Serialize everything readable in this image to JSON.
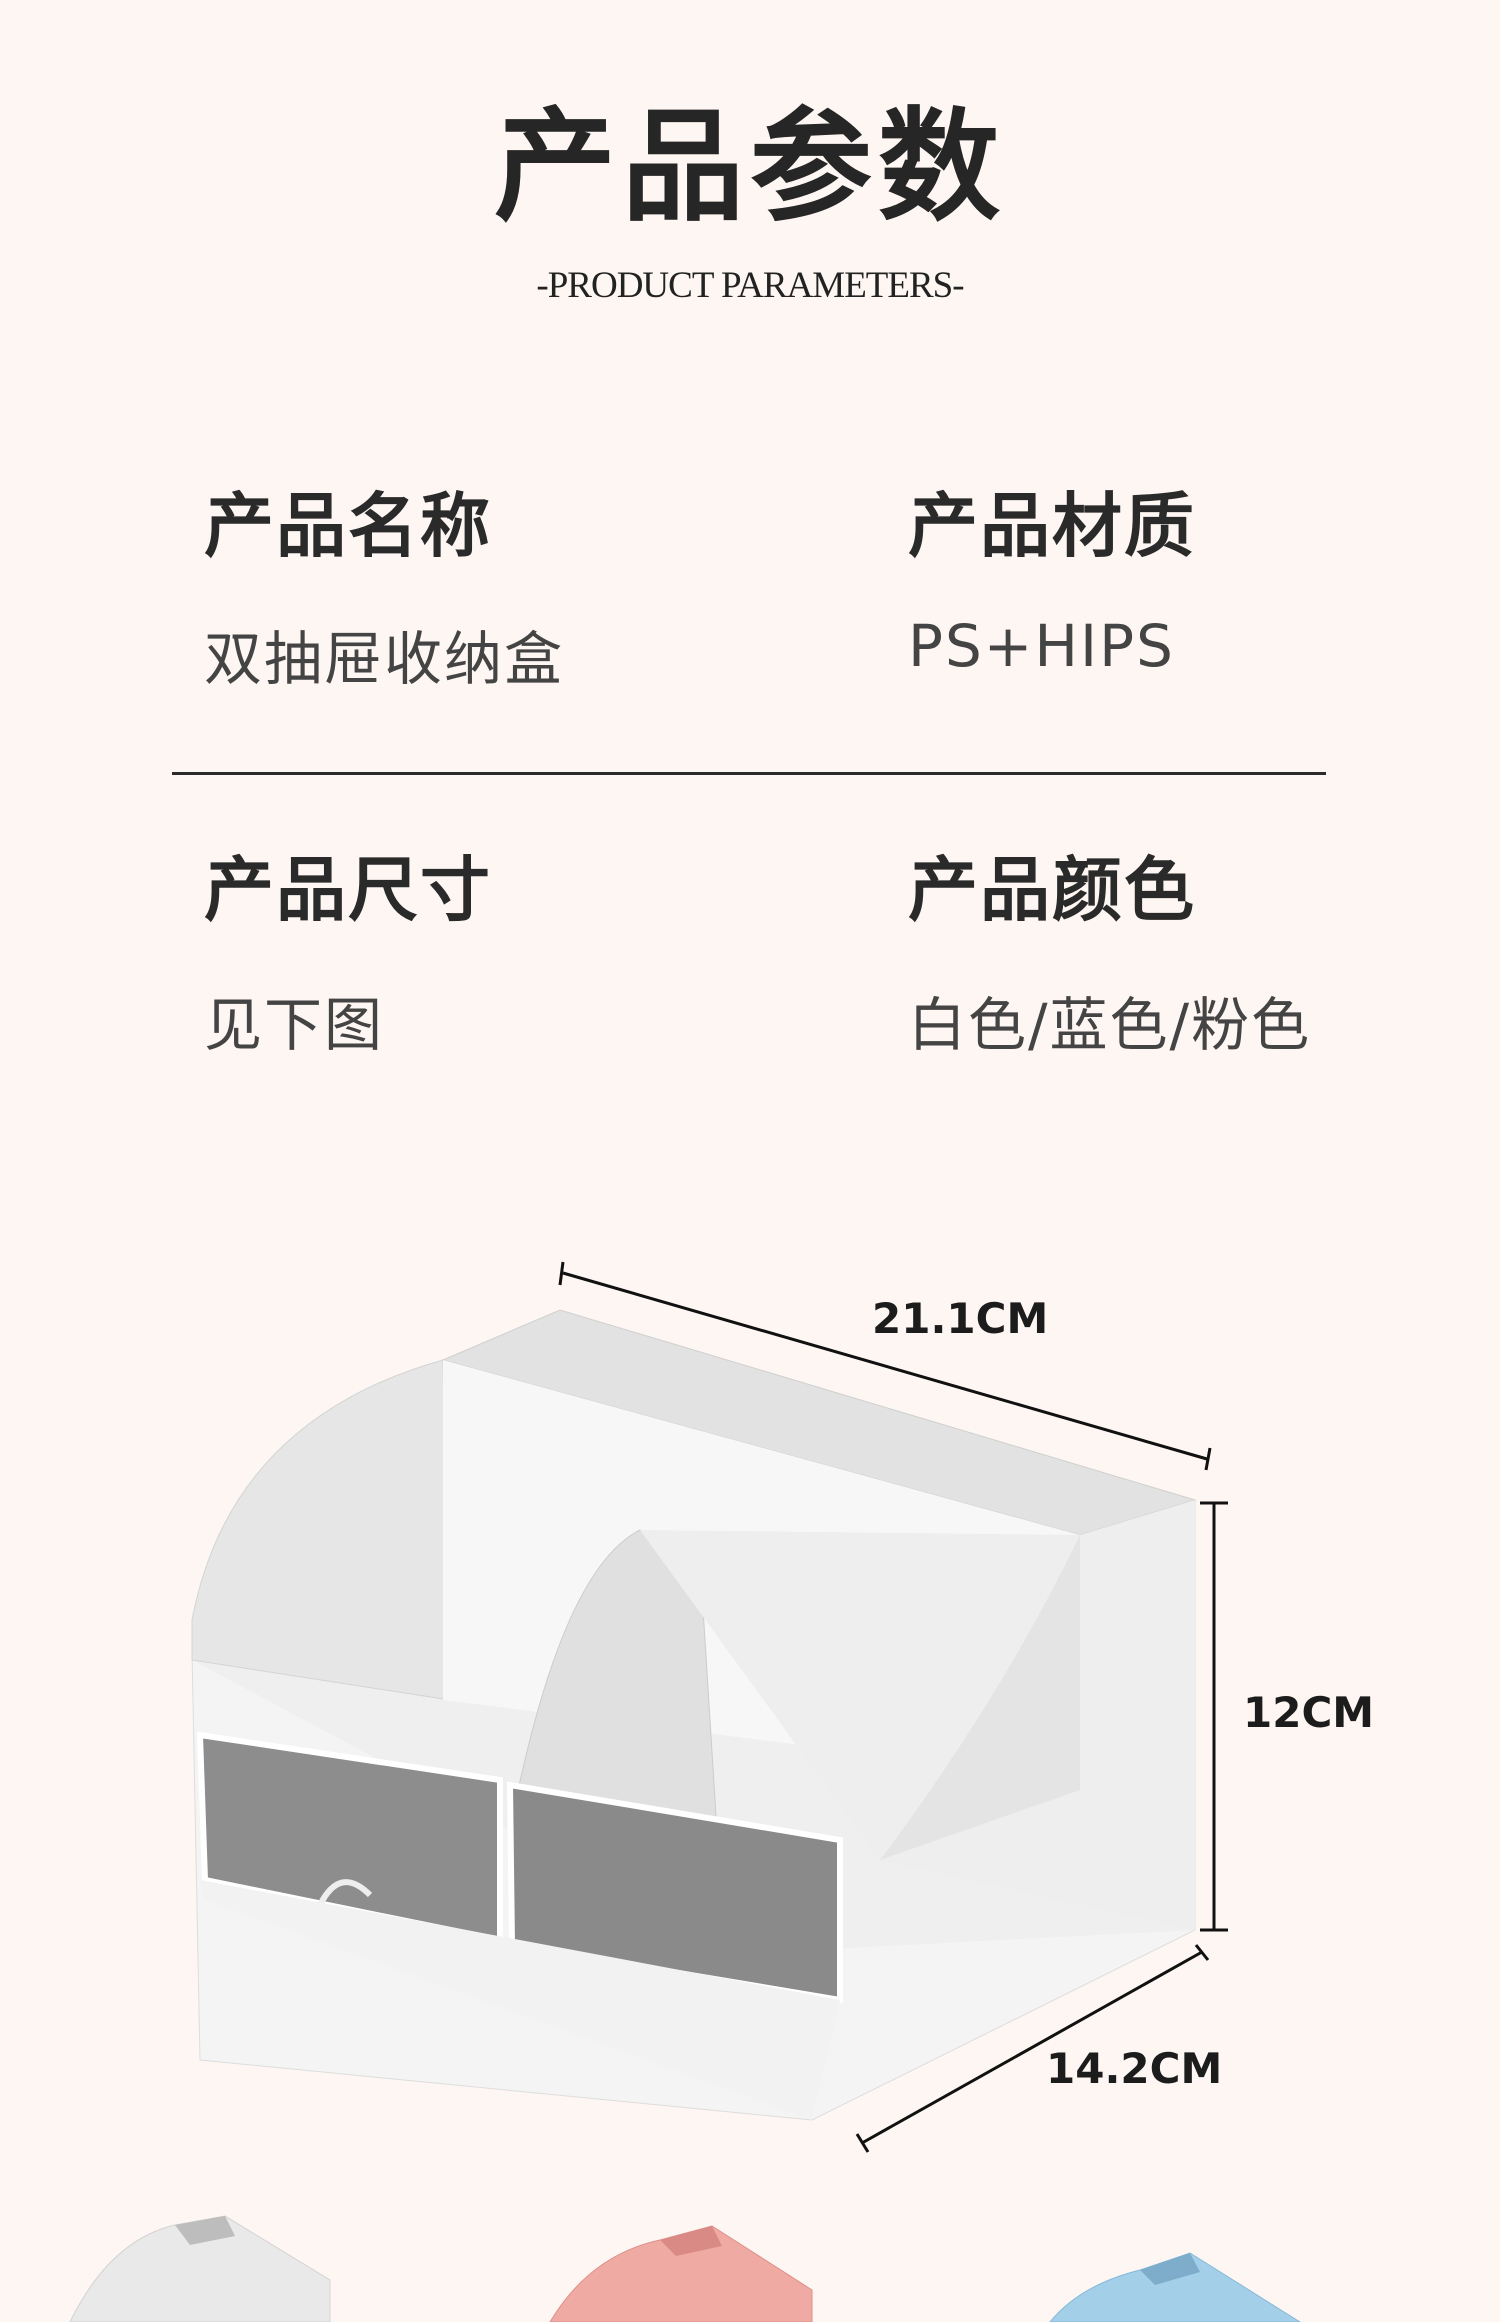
{
  "header": {
    "title": "产品参数",
    "subtitle": "-PRODUCT PARAMETERS-"
  },
  "params": [
    {
      "label": "产品名称",
      "value": "双抽屉收纳盒"
    },
    {
      "label": "产品材质",
      "value": "PS+HIPS"
    },
    {
      "label": "产品尺寸",
      "value": "见下图"
    },
    {
      "label": "产品颜色",
      "value": "白色/蓝色/粉色"
    }
  ],
  "dimensions": {
    "length": "21.1CM",
    "height": "12CM",
    "depth": "14.2CM"
  },
  "colors": {
    "background": "#fdf6f2",
    "white_variant": "#e9e9e9",
    "pink_variant": "#f0a9a3",
    "blue_variant": "#a3cfe9"
  }
}
